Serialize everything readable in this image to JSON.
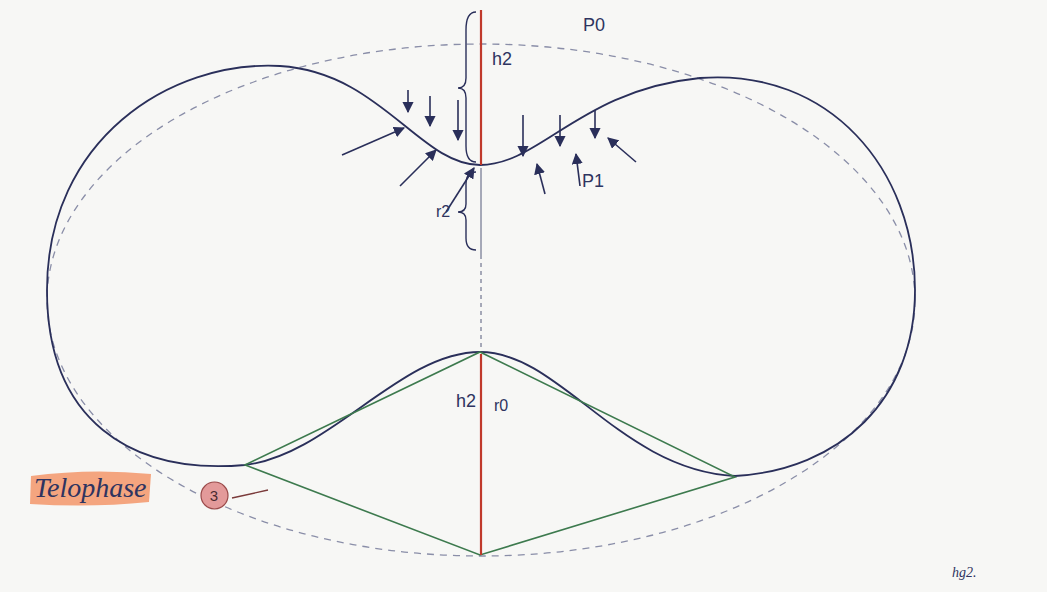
{
  "diagram": {
    "nodes": [
      {
        "text": [
          "Telophase"
        ]
      },
      {
        "text": [
          "3"
        ]
      }
    ],
    "edges": [],
    "labels": [
      "h2",
      "P0",
      "P1",
      "r2",
      "h2",
      "r0",
      "hg2."
    ]
  }
}
